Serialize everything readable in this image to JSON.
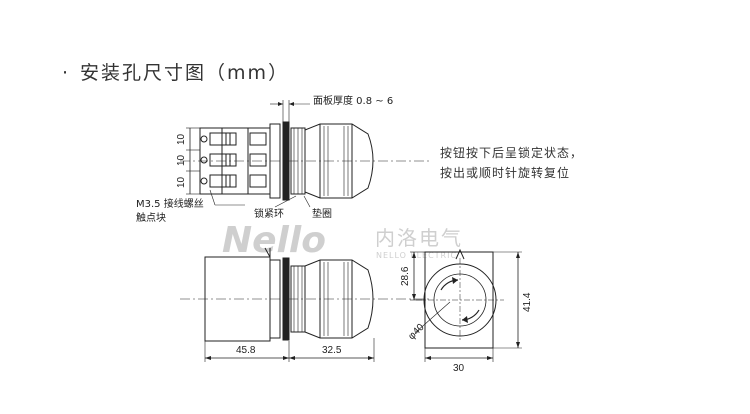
{
  "heading": {
    "bullet": "·",
    "text": "安装孔尺寸图（mm）"
  },
  "note": {
    "line1": "按钮按下后呈锁定状态，",
    "line2": "按出或顺时针旋转复位"
  },
  "labels": {
    "panel_thickness": "面板厚度 0.8 ~ 6",
    "screw": "M3.5 接线螺丝",
    "contact": "触点块",
    "lock_ring": "锁紧环",
    "washer": "垫圈"
  },
  "dims": {
    "pitch1": "10",
    "pitch2": "10",
    "pitch3": "10",
    "body_len": "45.8",
    "head_len": "32.5",
    "height_half": "28.6",
    "height_total": "41.4",
    "diameter": "φ40",
    "width": "30"
  },
  "watermark": {
    "brand": "Nello",
    "cn": "内洛电气",
    "en": "NELLO ELECTRIC"
  }
}
